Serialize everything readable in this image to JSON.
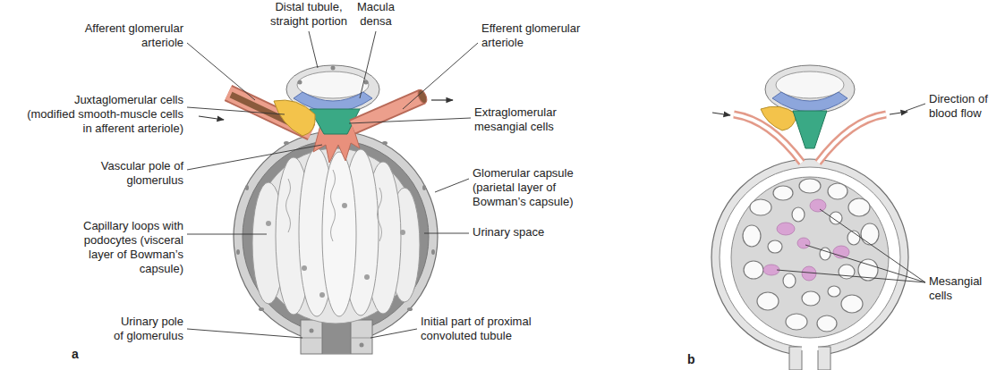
{
  "diagram": {
    "labels": [
      "Distal tubule, straight portion",
      "Macula densa",
      "Afferent glomerular arteriole",
      "Efferent glomerular arteriole",
      "Juxtaglomerular cells (modified smooth-muscle cells in afferent arteriole)",
      "Extraglomerular mesangial cells",
      "Vascular pole of glomerulus",
      "Glomerular capsule (parietal layer of Bowman’s capsule)",
      "Capillary loops with podocytes (visceral layer of Bowman’s capsule)",
      "Urinary space",
      "Urinary pole of glomerulus",
      "Initial part of proximal convoluted tubule",
      "a",
      "Direction of blood flow",
      "Mesangial cells",
      "b"
    ]
  }
}
